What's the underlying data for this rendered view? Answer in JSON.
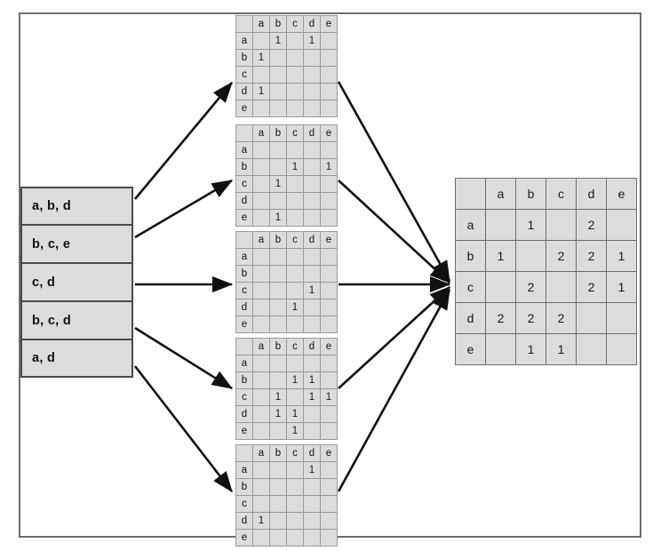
{
  "figure": {
    "title": "Transaction to co-occurrence matrix aggregation diagram",
    "items": [
      "a",
      "b",
      "c",
      "d",
      "e"
    ],
    "colors": {
      "frame": "#6e6e6e",
      "box_fill": "#dcdcdc",
      "box_border": "#4a4a4a",
      "cell_fill": "#dcdcdc",
      "cell_border": "#9a9a9a",
      "arrow": "#111111",
      "text": "#111111"
    }
  },
  "transactions": {
    "boxes": [
      {
        "id": "t1",
        "label": "a, b, d"
      },
      {
        "id": "t2",
        "label": "b, c, e"
      },
      {
        "id": "t3",
        "label": "c, d"
      },
      {
        "id": "t4",
        "label": "b, c, d"
      },
      {
        "id": "t5",
        "label": "a, d"
      }
    ]
  },
  "matrices": {
    "column_headers": [
      "a",
      "b",
      "c",
      "d",
      "e"
    ],
    "row_headers": [
      "a",
      "b",
      "c",
      "d",
      "e"
    ],
    "corner_label": "",
    "small": [
      {
        "id": "m1",
        "source": "a, b, d",
        "rows": [
          {
            "header": "a",
            "cells": [
              "",
              "1",
              "",
              "1",
              ""
            ]
          },
          {
            "header": "b",
            "cells": [
              "1",
              "",
              "",
              "",
              ""
            ]
          },
          {
            "header": "c",
            "cells": [
              "",
              "",
              "",
              "",
              ""
            ]
          },
          {
            "header": "d",
            "cells": [
              "1",
              "",
              "",
              "",
              ""
            ]
          },
          {
            "header": "e",
            "cells": [
              "",
              "",
              "",
              "",
              ""
            ]
          }
        ]
      },
      {
        "id": "m2",
        "source": "b, c, e",
        "rows": [
          {
            "header": "a",
            "cells": [
              "",
              "",
              "",
              "",
              ""
            ]
          },
          {
            "header": "b",
            "cells": [
              "",
              "",
              "1",
              "",
              "1"
            ]
          },
          {
            "header": "c",
            "cells": [
              "",
              "1",
              "",
              "",
              ""
            ]
          },
          {
            "header": "d",
            "cells": [
              "",
              "",
              "",
              "",
              ""
            ]
          },
          {
            "header": "e",
            "cells": [
              "",
              "1",
              "",
              "",
              ""
            ]
          }
        ]
      },
      {
        "id": "m3",
        "source": "c, d",
        "rows": [
          {
            "header": "a",
            "cells": [
              "",
              "",
              "",
              "",
              ""
            ]
          },
          {
            "header": "b",
            "cells": [
              "",
              "",
              "",
              "",
              ""
            ]
          },
          {
            "header": "c",
            "cells": [
              "",
              "",
              "",
              "1",
              ""
            ]
          },
          {
            "header": "d",
            "cells": [
              "",
              "",
              "1",
              "",
              ""
            ]
          },
          {
            "header": "e",
            "cells": [
              "",
              "",
              "",
              "",
              ""
            ]
          }
        ]
      },
      {
        "id": "m4",
        "source": "b, c, d",
        "rows": [
          {
            "header": "a",
            "cells": [
              "",
              "",
              "",
              "",
              ""
            ]
          },
          {
            "header": "b",
            "cells": [
              "",
              "",
              "1",
              "1",
              ""
            ]
          },
          {
            "header": "c",
            "cells": [
              "",
              "1",
              "",
              "1",
              "1"
            ]
          },
          {
            "header": "d",
            "cells": [
              "",
              "1",
              "1",
              "",
              ""
            ]
          },
          {
            "header": "e",
            "cells": [
              "",
              "",
              "1",
              "",
              ""
            ]
          }
        ]
      },
      {
        "id": "m5",
        "source": "a, d",
        "rows": [
          {
            "header": "a",
            "cells": [
              "",
              "",
              "",
              "1",
              ""
            ]
          },
          {
            "header": "b",
            "cells": [
              "",
              "",
              "",
              "",
              ""
            ]
          },
          {
            "header": "c",
            "cells": [
              "",
              "",
              "",
              "",
              ""
            ]
          },
          {
            "header": "d",
            "cells": [
              "1",
              "",
              "",
              "",
              ""
            ]
          },
          {
            "header": "e",
            "cells": [
              "",
              "",
              "",
              "",
              ""
            ]
          }
        ]
      }
    ],
    "result": {
      "id": "aggregate",
      "rows": [
        {
          "header": "a",
          "cells": [
            "",
            "1",
            "",
            "2",
            ""
          ]
        },
        {
          "header": "b",
          "cells": [
            "1",
            "",
            "2",
            "2",
            "1"
          ]
        },
        {
          "header": "c",
          "cells": [
            "",
            "2",
            "",
            "2",
            "1"
          ]
        },
        {
          "header": "d",
          "cells": [
            "2",
            "2",
            "2",
            "",
            ""
          ]
        },
        {
          "header": "e",
          "cells": [
            "",
            "1",
            "1",
            "",
            ""
          ]
        }
      ]
    }
  },
  "arrows": {
    "fan_out": [
      {
        "from": "t1",
        "to": "m1"
      },
      {
        "from": "t2",
        "to": "m2"
      },
      {
        "from": "t3",
        "to": "m3"
      },
      {
        "from": "t4",
        "to": "m4"
      },
      {
        "from": "t5",
        "to": "m5"
      }
    ],
    "fan_in": [
      {
        "from": "m1",
        "to": "aggregate"
      },
      {
        "from": "m2",
        "to": "aggregate"
      },
      {
        "from": "m3",
        "to": "aggregate"
      },
      {
        "from": "m4",
        "to": "aggregate"
      },
      {
        "from": "m5",
        "to": "aggregate"
      }
    ]
  }
}
